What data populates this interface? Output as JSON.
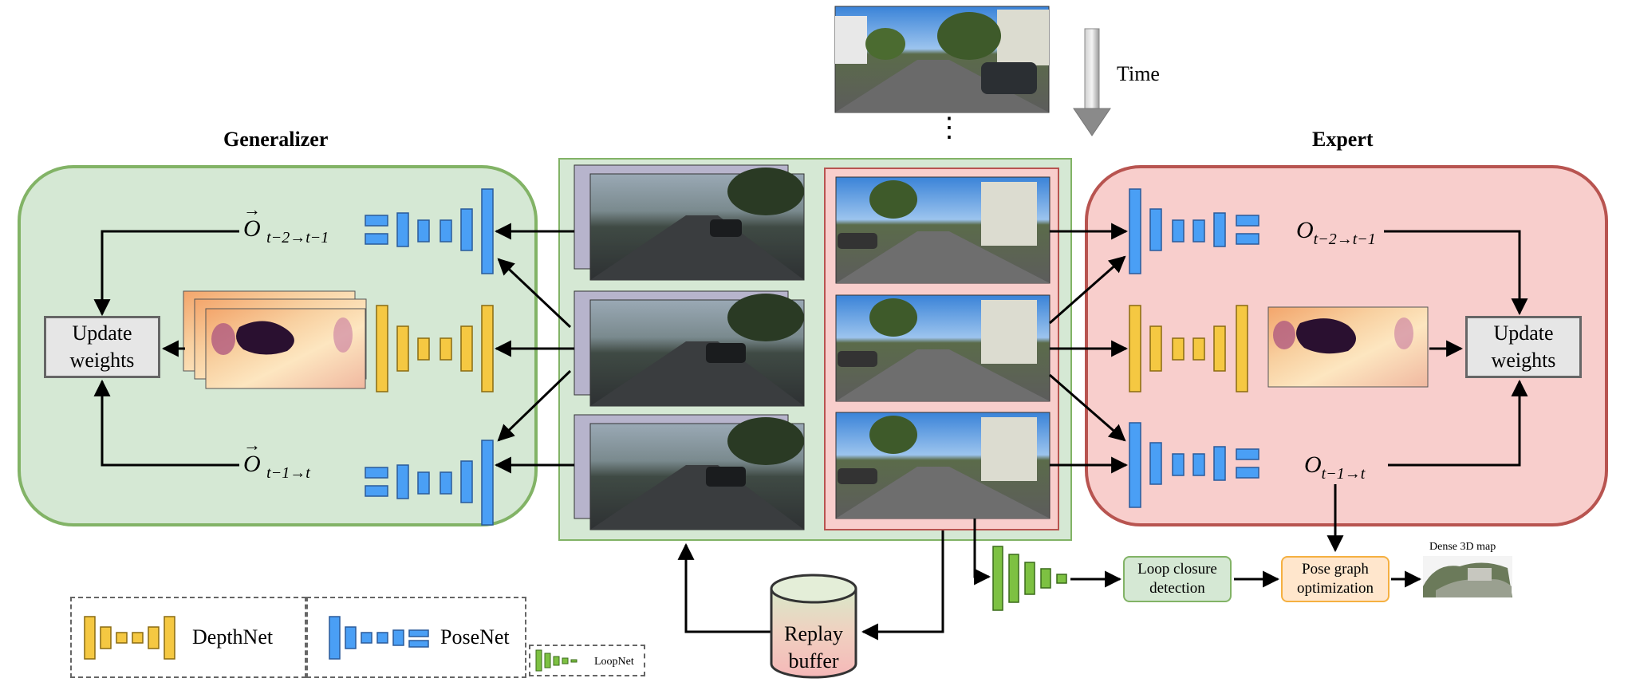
{
  "generalizer": {
    "title": "Generalizer",
    "update_label_line1": "Update",
    "update_label_line2": "weights",
    "pose_top": {
      "main": "O",
      "sub": "t−2→t−1"
    },
    "pose_bottom": {
      "main": "O",
      "sub": "t−1→t"
    }
  },
  "expert": {
    "title": "Expert",
    "update_label_line1": "Update",
    "update_label_line2": "weights",
    "pose_top": {
      "main": "O",
      "sub": "t−2→t−1"
    },
    "pose_bottom": {
      "main": "O",
      "sub": "t−1→t"
    }
  },
  "time_label": "Time",
  "ellipsis": "⋮",
  "replay_buffer": {
    "line1": "Replay",
    "line2": "buffer"
  },
  "loop_closure": {
    "line1": "Loop closure",
    "line2": "detection"
  },
  "pose_graph": {
    "line1": "Pose graph",
    "line2": "optimization"
  },
  "dense_map_label": "Dense 3D map",
  "legend": {
    "depthnet": "DepthNet",
    "posenet": "PoseNet",
    "loopnet": "LoopNet"
  },
  "colors": {
    "green_fill": "#d5e8d4",
    "green_border": "#82b366",
    "red_fill": "#f8cecc",
    "red_border": "#b85450",
    "posenet_blue": "#4a9ff5",
    "depthnet_yellow": "#f5c842",
    "loopnet_green": "#7dc142",
    "loop_box_fill": "#d5e8d4",
    "pose_box_fill": "#ffe6cc",
    "pose_box_border": "#f5b041"
  },
  "icons": [
    "time-arrow-icon",
    "replay-buffer-cylinder-icon",
    "dense-map-image",
    "depth-map-image",
    "road-scene-image"
  ]
}
